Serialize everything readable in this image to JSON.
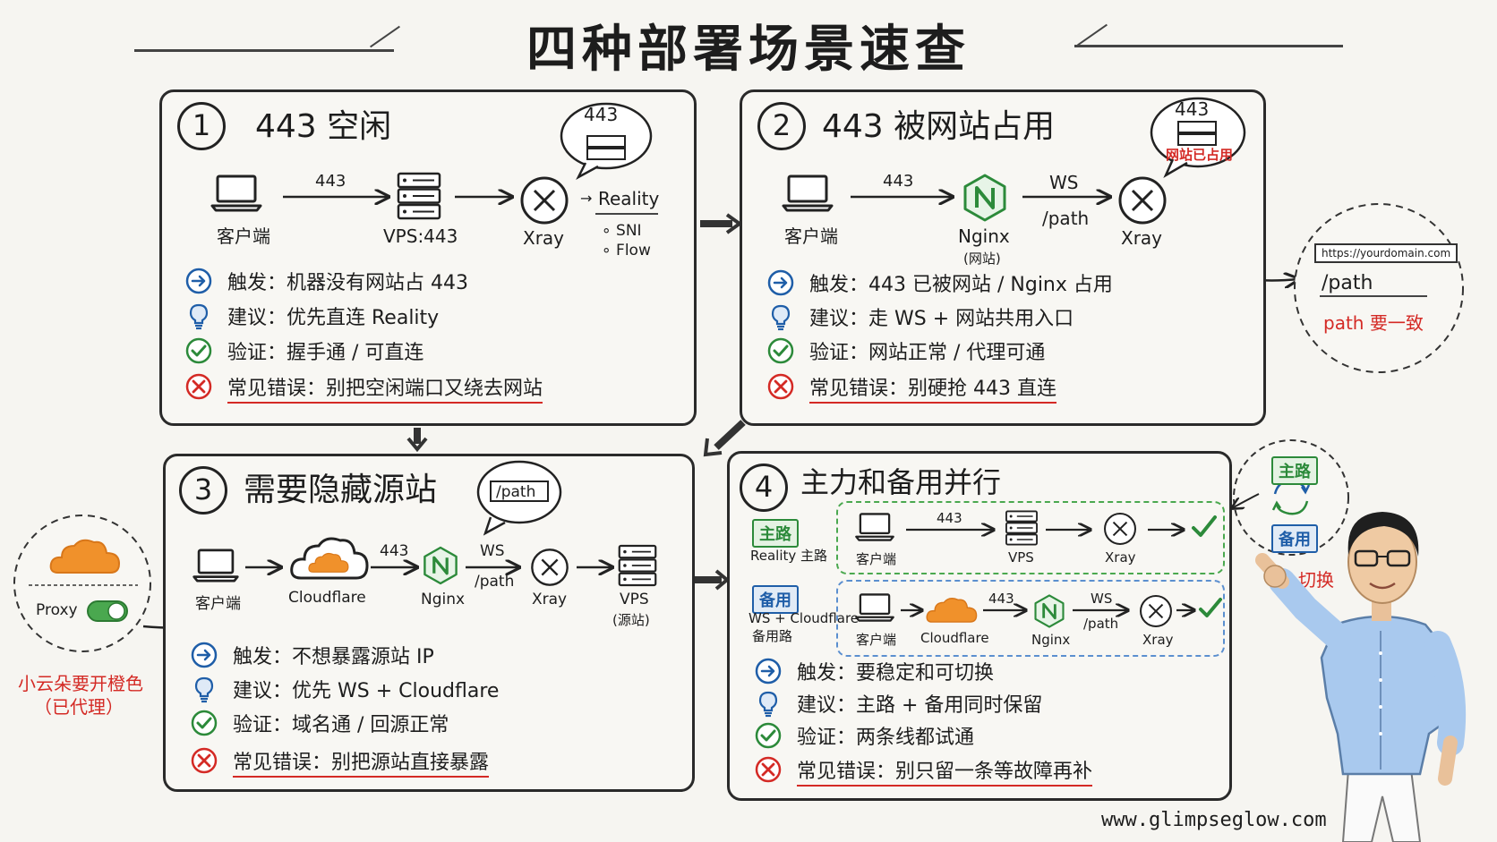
{
  "title": "四种部署场景速查",
  "panel1": {
    "num": "1",
    "title": "443 空闲",
    "bubble": "443",
    "client": "客户端",
    "arrow1": "443",
    "vps": "VPS:443",
    "xray": "Xray",
    "reality": "Reality",
    "sni": "SNI",
    "flow": "Flow",
    "rows": [
      {
        "label": "触发：",
        "text": "机器没有网站占 443"
      },
      {
        "label": "建议：",
        "text": "优先直连 Reality"
      },
      {
        "label": "验证：",
        "text": "握手通 / 可直连"
      },
      {
        "label": "常见错误：",
        "text": "别把空闲端口又绕去网站"
      }
    ]
  },
  "panel2": {
    "num": "2",
    "title": "443 被网站占用",
    "bubble": "443",
    "bubble_note": "网站已占用",
    "client": "客户端",
    "arrow1": "443",
    "nginx": "Nginx",
    "nginx_sub": "(网站)",
    "ws": "WS",
    "path": "/path",
    "xray": "Xray",
    "rows": [
      {
        "label": "触发：",
        "text": "443 已被网站 / Nginx 占用"
      },
      {
        "label": "建议：",
        "text": "走 WS + 网站共用入口"
      },
      {
        "label": "验证：",
        "text": "网站正常 / 代理可通"
      },
      {
        "label": "常见错误：",
        "text": "别硬抢 443 直连"
      }
    ]
  },
  "side_circle": {
    "url": "https://yourdomain.com",
    "path": "/path",
    "note": "path 要一致"
  },
  "panel3": {
    "num": "3",
    "title": "需要隐藏源站",
    "bubble": "/path",
    "client": "客户端",
    "cloudflare": "Cloudflare",
    "arrow1": "443",
    "nginx": "Nginx",
    "ws": "WS",
    "path": "/path",
    "xray": "Xray",
    "vps": "VPS",
    "vps_sub": "(源站)",
    "rows": [
      {
        "label": "触发：",
        "text": "不想暴露源站 IP"
      },
      {
        "label": "建议：",
        "text": "优先 WS + Cloudflare"
      },
      {
        "label": "验证：",
        "text": "域名通 / 回源正常"
      },
      {
        "label": "常见错误：",
        "text": "别把源站直接暴露"
      }
    ]
  },
  "proxy_circle": {
    "proxy": "Proxy",
    "note1": "小云朵要开橙色",
    "note2": "（已代理）"
  },
  "panel4": {
    "num": "4",
    "title": "主力和备用并行",
    "main_tag": "主路",
    "main_desc": "Reality 主路",
    "backup_tag": "备用",
    "backup_desc1": "WS + Cloudflare",
    "backup_desc2": "备用路",
    "client": "客户端",
    "arrow1": "443",
    "vps": "VPS",
    "xray": "Xray",
    "cloudflare": "Cloudflare",
    "nginx": "Nginx",
    "ws": "WS",
    "path": "/path",
    "rows": [
      {
        "label": "触发：",
        "text": "要稳定和可切换"
      },
      {
        "label": "建议：",
        "text": "主路 + 备用同时保留"
      },
      {
        "label": "验证：",
        "text": "两条线都试通"
      },
      {
        "label": "常见错误：",
        "text": "别只留一条等故障再补"
      }
    ]
  },
  "switch_circle": {
    "main": "主路",
    "backup": "备用",
    "note": "切换"
  },
  "footer": "www.glimpseglow.com",
  "colors": {
    "red": "#d42a25",
    "green": "#2c8a3a",
    "blue": "#1f5ea8",
    "orange": "#f0912b"
  }
}
